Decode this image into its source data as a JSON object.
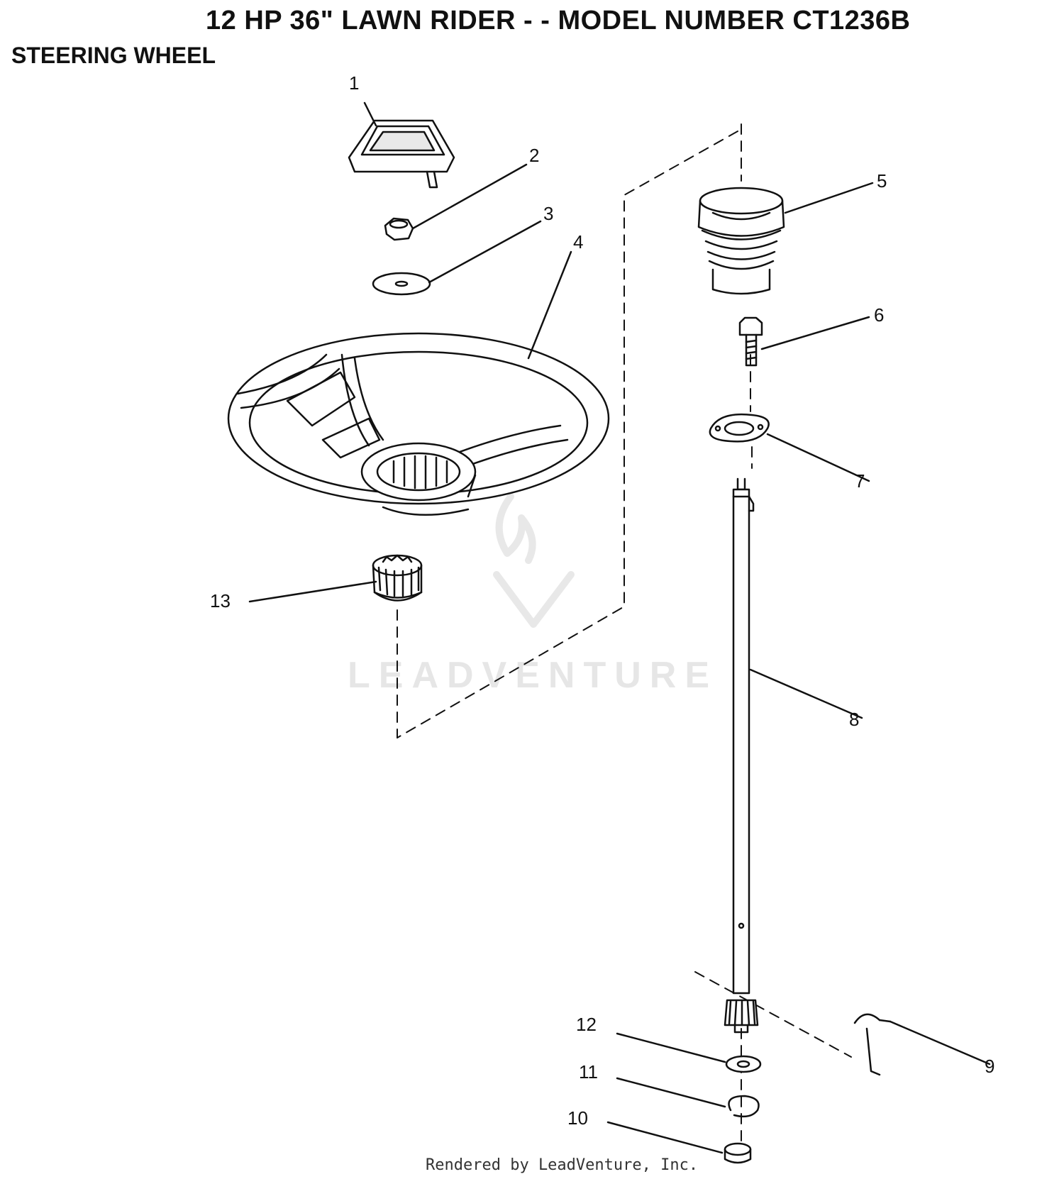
{
  "header": {
    "title": "12 HP 36\" LAWN RIDER - - MODEL NUMBER CT1236B",
    "subtitle": "STEERING WHEEL"
  },
  "parts": [
    {
      "label": "1",
      "icon": "steering-cap-icon"
    },
    {
      "label": "2",
      "icon": "hex-nut-icon"
    },
    {
      "label": "3",
      "icon": "washer-icon"
    },
    {
      "label": "4",
      "icon": "steering-wheel-icon"
    },
    {
      "label": "5",
      "icon": "bellows-boot-icon"
    },
    {
      "label": "6",
      "icon": "hex-bolt-icon"
    },
    {
      "label": "7",
      "icon": "flange-bearing-icon"
    },
    {
      "label": "8",
      "icon": "steering-shaft-icon"
    },
    {
      "label": "9",
      "icon": "bracket-icon"
    },
    {
      "label": "10",
      "icon": "bushing-icon"
    },
    {
      "label": "11",
      "icon": "retaining-ring-icon"
    },
    {
      "label": "12",
      "icon": "flat-washer-icon"
    },
    {
      "label": "13",
      "icon": "splined-adapter-icon"
    }
  ],
  "watermark": {
    "text": "LEADVENTURE",
    "icon": "leadventure-flame-logo-icon"
  },
  "footer": {
    "text": "Rendered by LeadVenture, Inc."
  }
}
